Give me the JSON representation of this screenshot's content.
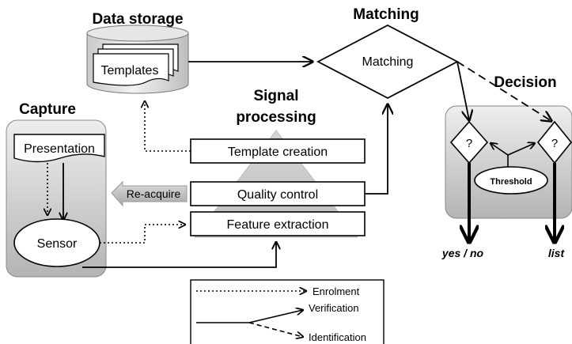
{
  "sections": {
    "data_storage": "Data storage",
    "matching": "Matching",
    "signal_processing_line1": "Signal",
    "signal_processing_line2": "processing",
    "capture": "Capture",
    "decision": "Decision"
  },
  "nodes": {
    "templates": "Templates",
    "matching": "Matching",
    "presentation": "Presentation",
    "sensor": "Sensor",
    "template_creation": "Template creation",
    "quality_control": "Quality control",
    "feature_extraction": "Feature extraction",
    "re_acquire": "Re-acquire",
    "threshold": "Threshold",
    "decision_left": "?",
    "decision_right": "?"
  },
  "outputs": {
    "yes_no": "yes / no",
    "list": "list"
  },
  "legend": {
    "enrolment": "Enrolment",
    "verification": "Verification",
    "identification": "Identification"
  }
}
